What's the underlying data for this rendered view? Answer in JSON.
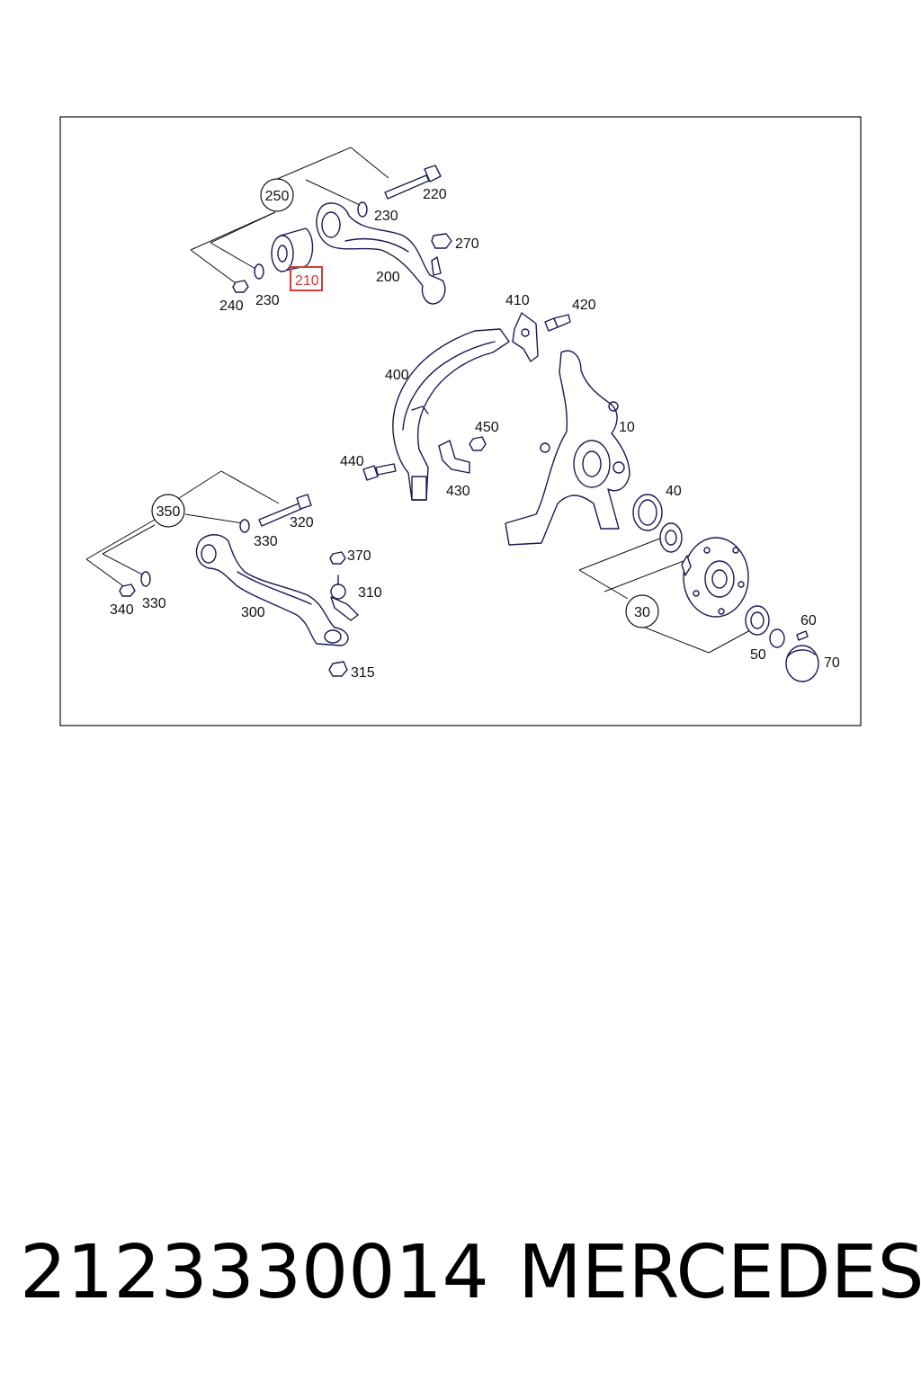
{
  "diagram": {
    "labels": {
      "p10": "10",
      "p30": "30",
      "p40": "40",
      "p50": "50",
      "p60": "60",
      "p70": "70",
      "p200": "200",
      "p210": "210",
      "p220": "220",
      "p230a": "230",
      "p230b": "230",
      "p240": "240",
      "p250": "250",
      "p270": "270",
      "p300": "300",
      "p310": "310",
      "p315": "315",
      "p320": "320",
      "p330a": "330",
      "p330b": "330",
      "p340": "340",
      "p350": "350",
      "p370": "370",
      "p400": "400",
      "p410": "410",
      "p420": "420",
      "p430": "430",
      "p440": "440",
      "p450": "450"
    },
    "highlighted_part": "210",
    "highlight_color": "#d23c3c",
    "line_color": "#1a1a55"
  },
  "caption": {
    "part_number": "2123330014",
    "brand": "MERCEDES"
  }
}
